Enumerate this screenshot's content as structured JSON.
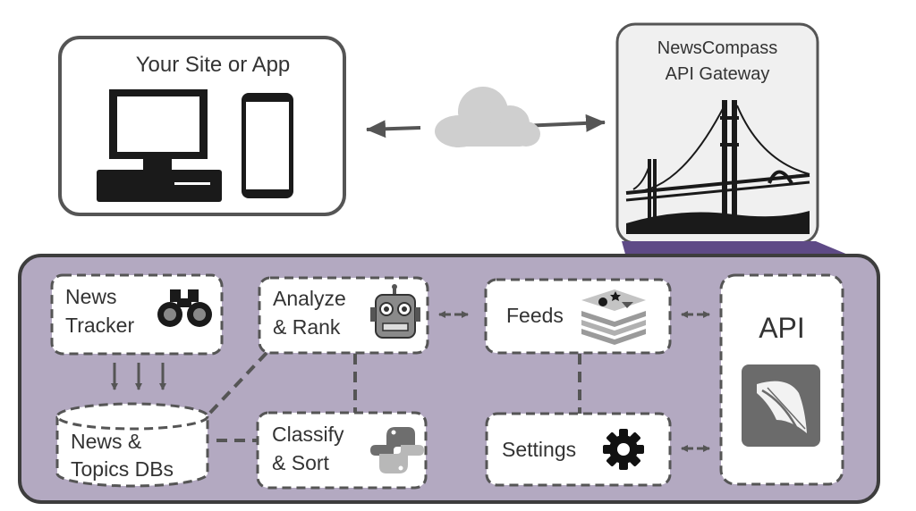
{
  "client_box": {
    "title": "Your Site or App"
  },
  "gateway_box": {
    "title_line1": "NewsCompass",
    "title_line2": "API Gateway"
  },
  "components": {
    "news_tracker": {
      "line1": "News",
      "line2": "Tracker"
    },
    "analyze_rank": {
      "line1": "Analyze",
      "line2": "& Rank"
    },
    "feeds": {
      "label": "Feeds"
    },
    "api": {
      "label": "API"
    },
    "news_topics_db": {
      "line1": "News &",
      "line2": "Topics DBs"
    },
    "classify_sort": {
      "line1": "Classify",
      "line2": "& Sort"
    },
    "settings": {
      "label": "Settings"
    }
  },
  "icons": {
    "client": [
      "desktop-computer-icon",
      "smartphone-icon"
    ],
    "network": "cloud-icon",
    "gateway": "golden-gate-bridge-icon",
    "news_tracker": "binoculars-icon",
    "analyze_rank": "robot-icon",
    "feeds": "layered-stack-icon",
    "api": "quill-pen-icon",
    "classify_sort": "python-logo-icon",
    "settings": "gear-icon"
  },
  "colors": {
    "panel_fill": "#b3a9c1",
    "funnel_accent": "#5e4a86",
    "node_fill": "#ffffff",
    "stroke": "#555555",
    "text": "#333333"
  }
}
